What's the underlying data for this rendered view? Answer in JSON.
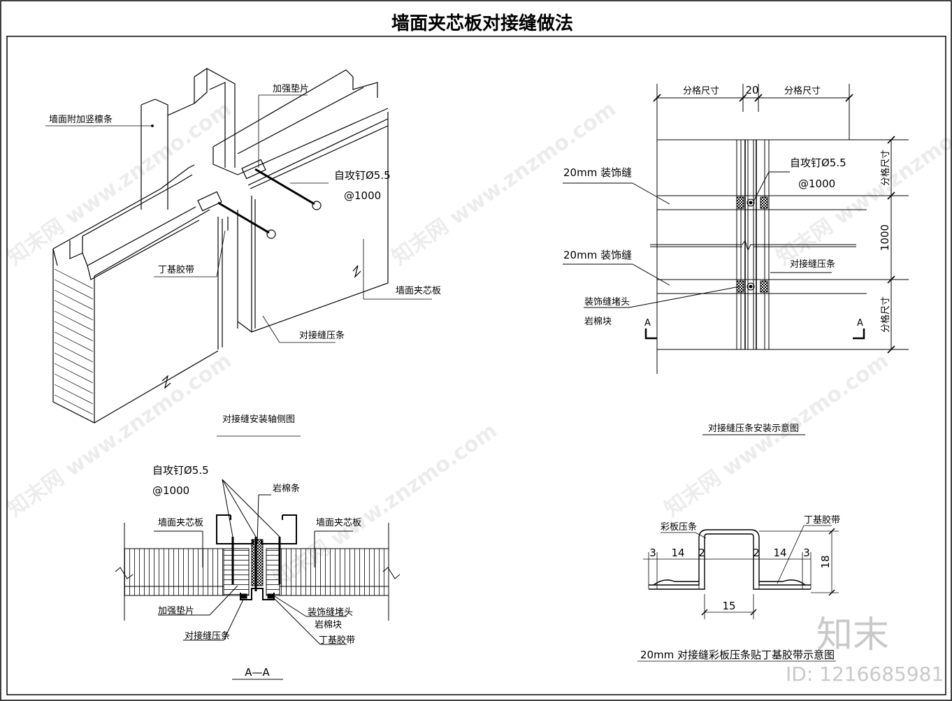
{
  "title": "墙面夹芯板对接缝做法",
  "iso_view": {
    "caption": "对接缝安装轴侧图",
    "labels": {
      "purlin": "墙面附加竖檩条",
      "shim": "加强垫片",
      "screw": "自攻钉Ø5.5",
      "spacing": "@1000",
      "tape": "丁基胶带",
      "panel": "墙面夹芯板",
      "strip": "对接缝压条"
    }
  },
  "elevation": {
    "caption": "对接缝压条安装示意图",
    "dims": {
      "grid_left": "分格尺寸",
      "gap": "20",
      "grid_right": "分格尺寸",
      "vert_top": "分格尺寸",
      "vert_mid": "1000",
      "vert_bot": "分格尺寸"
    },
    "labels": {
      "deco1": "20mm 装饰缝",
      "deco2": "20mm 装饰缝",
      "screw": "自攻钉Ø5.5",
      "spacing": "@1000",
      "strip": "对接缝压条",
      "plug": "装饰缝堵头",
      "wool": "岩棉块",
      "sec_left": "A",
      "sec_right": "A"
    }
  },
  "section": {
    "caption": "A—A",
    "labels": {
      "screw": "自攻钉Ø5.5",
      "spacing": "@1000",
      "wool_strip": "岩棉条",
      "panel_left": "墙面夹芯板",
      "panel_right": "墙面夹芯板",
      "shim": "加强垫片",
      "strip": "对接缝压条",
      "plug": "装饰缝堵头",
      "wool": "岩棉块",
      "tape": "丁基胶带"
    }
  },
  "profile": {
    "caption": "20mm 对接缝彩板压条贴丁基胶带示意图",
    "labels": {
      "strip": "彩板压条",
      "tape": "丁基胶带"
    },
    "dims": {
      "d1": "3",
      "d2": "14",
      "d3": "2",
      "d4": "2",
      "d5": "14",
      "d6": "3",
      "height": "18",
      "width": "15"
    }
  },
  "watermark": {
    "text": "知末网 www.znzmo.com",
    "logo": "知末",
    "id": "ID: 1216685981"
  }
}
